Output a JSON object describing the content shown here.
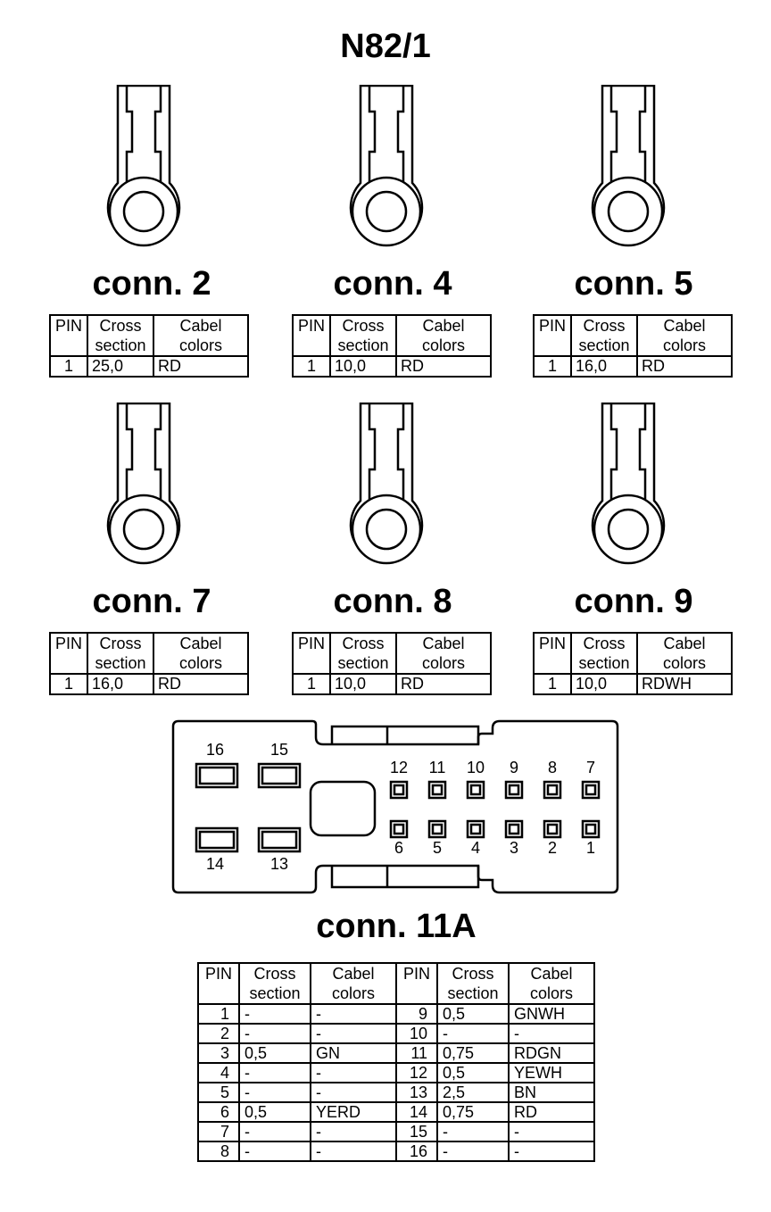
{
  "title": "N82/1",
  "headers": {
    "pin": "PIN",
    "cross1": "Cross",
    "cross2": "section",
    "cabel1": "Cabel",
    "cabel2": "colors"
  },
  "connectors": [
    {
      "name": "conn. 2",
      "pin": "1",
      "cross_section": "25,0",
      "cable_color": "RD"
    },
    {
      "name": "conn. 4",
      "pin": "1",
      "cross_section": "10,0",
      "cable_color": "RD"
    },
    {
      "name": "conn. 5",
      "pin": "1",
      "cross_section": "16,0",
      "cable_color": "RD"
    },
    {
      "name": "conn. 7",
      "pin": "1",
      "cross_section": "16,0",
      "cable_color": "RD"
    },
    {
      "name": "conn. 8",
      "pin": "1",
      "cross_section": "10,0",
      "cable_color": "RD"
    },
    {
      "name": "conn. 9",
      "pin": "1",
      "cross_section": "10,0",
      "cable_color": "RDWH"
    }
  ],
  "conn11a": {
    "name": "conn. 11A",
    "top_row_pins": [
      "12",
      "11",
      "10",
      "9",
      "8",
      "7"
    ],
    "bottom_row_pins": [
      "6",
      "5",
      "4",
      "3",
      "2",
      "1"
    ],
    "large_pins": [
      "16",
      "15",
      "14",
      "13"
    ],
    "rows": [
      {
        "pin_a": "1",
        "cs_a": "-",
        "col_a": "-",
        "pin_b": "9",
        "cs_b": "0,5",
        "col_b": "GNWH"
      },
      {
        "pin_a": "2",
        "cs_a": "-",
        "col_a": "-",
        "pin_b": "10",
        "cs_b": "-",
        "col_b": "-"
      },
      {
        "pin_a": "3",
        "cs_a": "0,5",
        "col_a": "GN",
        "pin_b": "11",
        "cs_b": "0,75",
        "col_b": "RDGN"
      },
      {
        "pin_a": "4",
        "cs_a": "-",
        "col_a": "-",
        "pin_b": "12",
        "cs_b": "0,5",
        "col_b": "YEWH"
      },
      {
        "pin_a": "5",
        "cs_a": "-",
        "col_a": "-",
        "pin_b": "13",
        "cs_b": "2,5",
        "col_b": "BN"
      },
      {
        "pin_a": "6",
        "cs_a": "0,5",
        "col_a": "YERD",
        "pin_b": "14",
        "cs_b": "0,75",
        "col_b": "RD"
      },
      {
        "pin_a": "7",
        "cs_a": "-",
        "col_a": "-",
        "pin_b": "15",
        "cs_b": "-",
        "col_b": "-"
      },
      {
        "pin_a": "8",
        "cs_a": "-",
        "col_a": "-",
        "pin_b": "16",
        "cs_b": "-",
        "col_b": "-"
      }
    ]
  }
}
